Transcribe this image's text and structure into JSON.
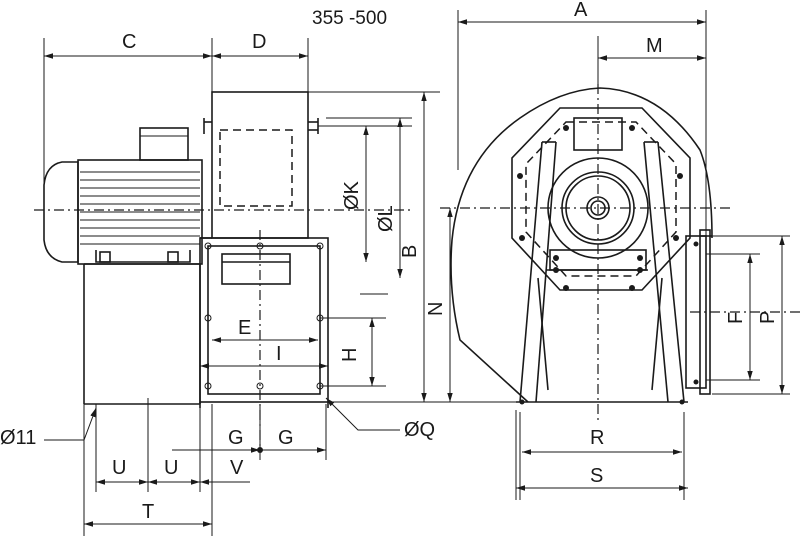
{
  "title": "355 -500",
  "labels": {
    "A": "A",
    "B": "B",
    "C": "C",
    "D": "D",
    "E": "E",
    "F": "F",
    "G1": "G",
    "G2": "G",
    "H": "H",
    "I": "I",
    "K": "ØK",
    "L": "ØL",
    "M": "M",
    "N": "N",
    "P": "P",
    "Q": "ØQ",
    "R": "R",
    "S": "S",
    "T": "T",
    "U1": "U",
    "U2": "U",
    "V": "V",
    "hole": "Ø11"
  }
}
